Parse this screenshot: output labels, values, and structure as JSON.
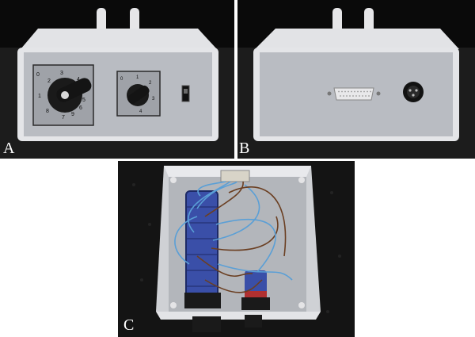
{
  "panels": [
    {
      "label": "A"
    },
    {
      "label": "B"
    },
    {
      "label": "C"
    }
  ],
  "front_panel": {
    "switch_left_numbers": [
      "0",
      "1",
      "2",
      "3",
      "4",
      "5",
      "6",
      "7",
      "8",
      "9"
    ],
    "switch_right_numbers": [
      "0",
      "1",
      "2",
      "3",
      "4"
    ]
  },
  "colors": {
    "background": "#0a0a0a",
    "enclosure": "#d9dade",
    "panel_face": "#b9bcc2",
    "knob": "#1a1a1a",
    "wire_blue": "#5a9fd6",
    "wire_brown": "#6b3f22",
    "switch_stack": "#3a4fa8"
  }
}
